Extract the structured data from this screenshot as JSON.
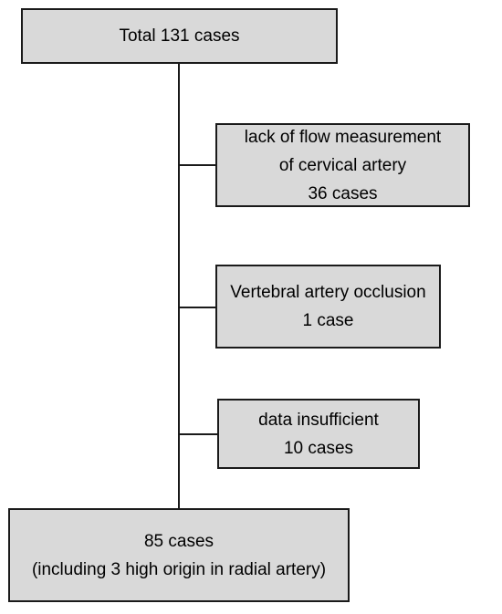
{
  "flow": {
    "top": {
      "lines": [
        "Total 131 cases"
      ]
    },
    "exclusions": [
      {
        "lines": [
          "lack of flow measurement",
          "of cervical artery",
          "36 cases"
        ]
      },
      {
        "lines": [
          "Vertebral artery occlusion",
          "1 case"
        ]
      },
      {
        "lines": [
          "data insufficient",
          "10 cases"
        ]
      }
    ],
    "bottom": {
      "lines": [
        "85 cases",
        "(including 3 high origin in radial artery)"
      ]
    }
  },
  "colors": {
    "box_fill": "#d9d9d9",
    "box_border": "#1a1a1a",
    "connector": "#1a1a1a"
  }
}
